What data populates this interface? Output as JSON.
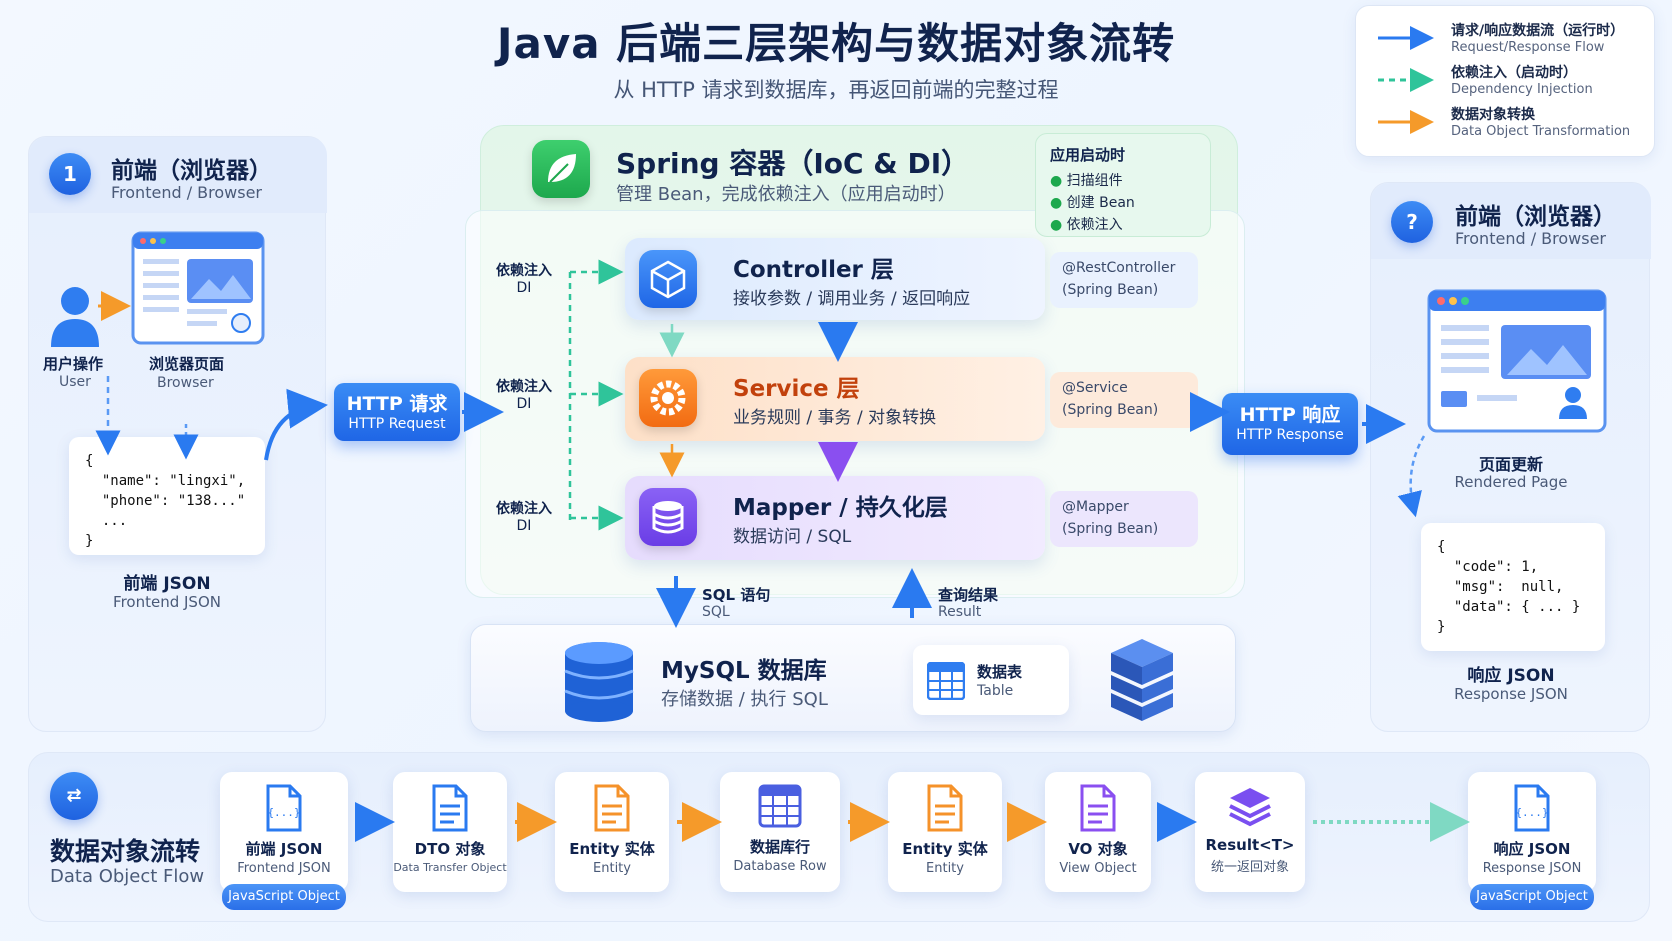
{
  "title": "Java 后端三层架构与数据对象流转",
  "subtitle": "从 HTTP 请求到数据库，再返回前端的完整过程",
  "legend": [
    {
      "zh": "请求/响应数据流（运行时）",
      "en": "Request/Response Flow",
      "color": "#2a7af0"
    },
    {
      "zh": "依赖注入（启动时）",
      "en": "Dependency Injection",
      "color": "#2fc49a"
    },
    {
      "zh": "数据对象转换",
      "en": "Data Object Transformation",
      "color": "#f59a2a"
    }
  ],
  "frontend_left": {
    "badge": "1",
    "title": "前端（浏览器）",
    "subtitle": "Frontend / Browser",
    "user_zh": "用户操作",
    "user_en": "User",
    "browser_zh": "浏览器页面",
    "browser_en": "Browser",
    "json_lines": [
      "{",
      "  \"name\": \"lingxi\",",
      "  \"phone\": \"138...\"",
      "  ...",
      "}"
    ],
    "json_zh": "前端 JSON",
    "json_en": "Frontend JSON"
  },
  "http_request": {
    "zh": "HTTP 请求",
    "en": "HTTP Request"
  },
  "http_response": {
    "zh": "HTTP 响应",
    "en": "HTTP Response"
  },
  "spring": {
    "title": "Spring 容器（IoC & DI）",
    "subtitle": "管理 Bean，完成依赖注入（应用启动时）",
    "startup_title": "应用启动时",
    "startup_items": [
      "扫描组件",
      "创建 Bean",
      "依赖注入"
    ],
    "di_label_zh": "依赖注入",
    "di_label_en": "DI"
  },
  "layers": [
    {
      "title": "Controller 层",
      "desc": "接收参数 / 调用业务 / 返回响应",
      "annotation": "@RestController",
      "bean": "(Spring Bean)",
      "color": "#2f7df0"
    },
    {
      "title": "Service 层",
      "desc": "业务规则 / 事务 / 对象转换",
      "annotation": "@Service",
      "bean": "(Spring Bean)",
      "color": "#f5821f"
    },
    {
      "title": "Mapper / 持久化层",
      "desc": "数据访问 / SQL",
      "annotation": "@Mapper",
      "bean": "(Spring Bean)",
      "color": "#7a4ff0"
    }
  ],
  "sql": {
    "zh": "SQL 语句",
    "en": "SQL"
  },
  "result": {
    "zh": "查询结果",
    "en": "Result"
  },
  "mysql": {
    "title": "MySQL 数据库",
    "desc": "存储数据 / 执行 SQL",
    "table_zh": "数据表",
    "table_en": "Table"
  },
  "frontend_right": {
    "badge": "?",
    "title": "前端（浏览器）",
    "subtitle": "Frontend / Browser",
    "page_zh": "页面更新",
    "page_en": "Rendered Page",
    "json_lines": [
      "{",
      "  \"code\": 1,",
      "  \"msg\":  null,",
      "  \"data\": { ... }",
      "}"
    ],
    "json_zh": "响应 JSON",
    "json_en": "Response JSON"
  },
  "flow": {
    "title_zh": "数据对象流转",
    "title_en": "Data Object Flow",
    "items": [
      {
        "zh": "前端 JSON",
        "en": "Frontend JSON",
        "pill": "JavaScript Object",
        "icon": "json-file-icon",
        "color": "#2a7af0"
      },
      {
        "zh": "DTO 对象",
        "en": "Data Transfer Object",
        "pill": "",
        "icon": "document-icon",
        "color": "#2a7af0"
      },
      {
        "zh": "Entity 实体",
        "en": "Entity",
        "pill": "",
        "icon": "document-icon",
        "color": "#f5922a"
      },
      {
        "zh": "数据库行",
        "en": "Database Row",
        "pill": "",
        "icon": "table-icon",
        "color": "#4a5fe0"
      },
      {
        "zh": "Entity 实体",
        "en": "Entity",
        "pill": "",
        "icon": "document-icon",
        "color": "#f5922a"
      },
      {
        "zh": "VO 对象",
        "en": "View Object",
        "pill": "",
        "icon": "document-icon",
        "color": "#8a4ff0"
      },
      {
        "zh": "Result<T>",
        "en": "统一返回对象",
        "pill": "",
        "icon": "layers-icon",
        "color": "#7a4ff0"
      },
      {
        "zh": "响应 JSON",
        "en": "Response JSON",
        "pill": "JavaScript Object",
        "icon": "json-file-icon",
        "color": "#2a7af0"
      }
    ]
  }
}
